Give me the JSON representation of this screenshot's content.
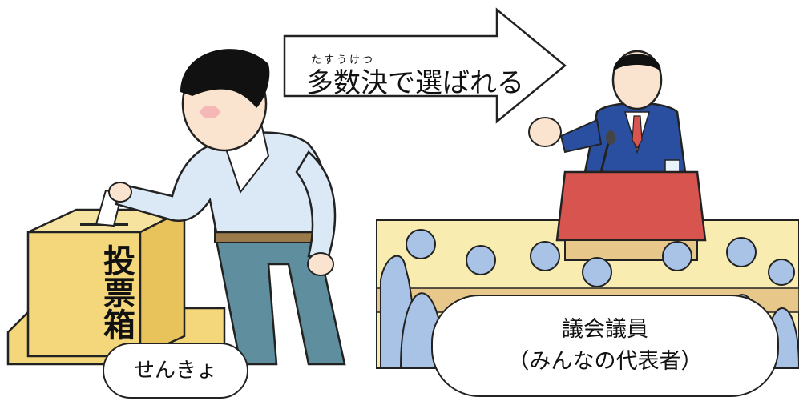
{
  "arrow": {
    "ruby": "たすうけつ",
    "text": "多数決で選ばれる"
  },
  "ballot_box": {
    "label": "投票箱"
  },
  "election_label": "せんきょ",
  "council_label": {
    "line1": "議会議員",
    "line2": "（みんなの代表者）"
  },
  "colors": {
    "box_yellow": "#f3d77a",
    "floor_yellow": "#f8ecb0",
    "suit_blue": "#2b4fa0",
    "podium_red": "#d8544f",
    "audience_blue": "#a9c3e6",
    "shirt_light_blue": "#dbe9f7",
    "pants_teal": "#5f8f9f"
  }
}
